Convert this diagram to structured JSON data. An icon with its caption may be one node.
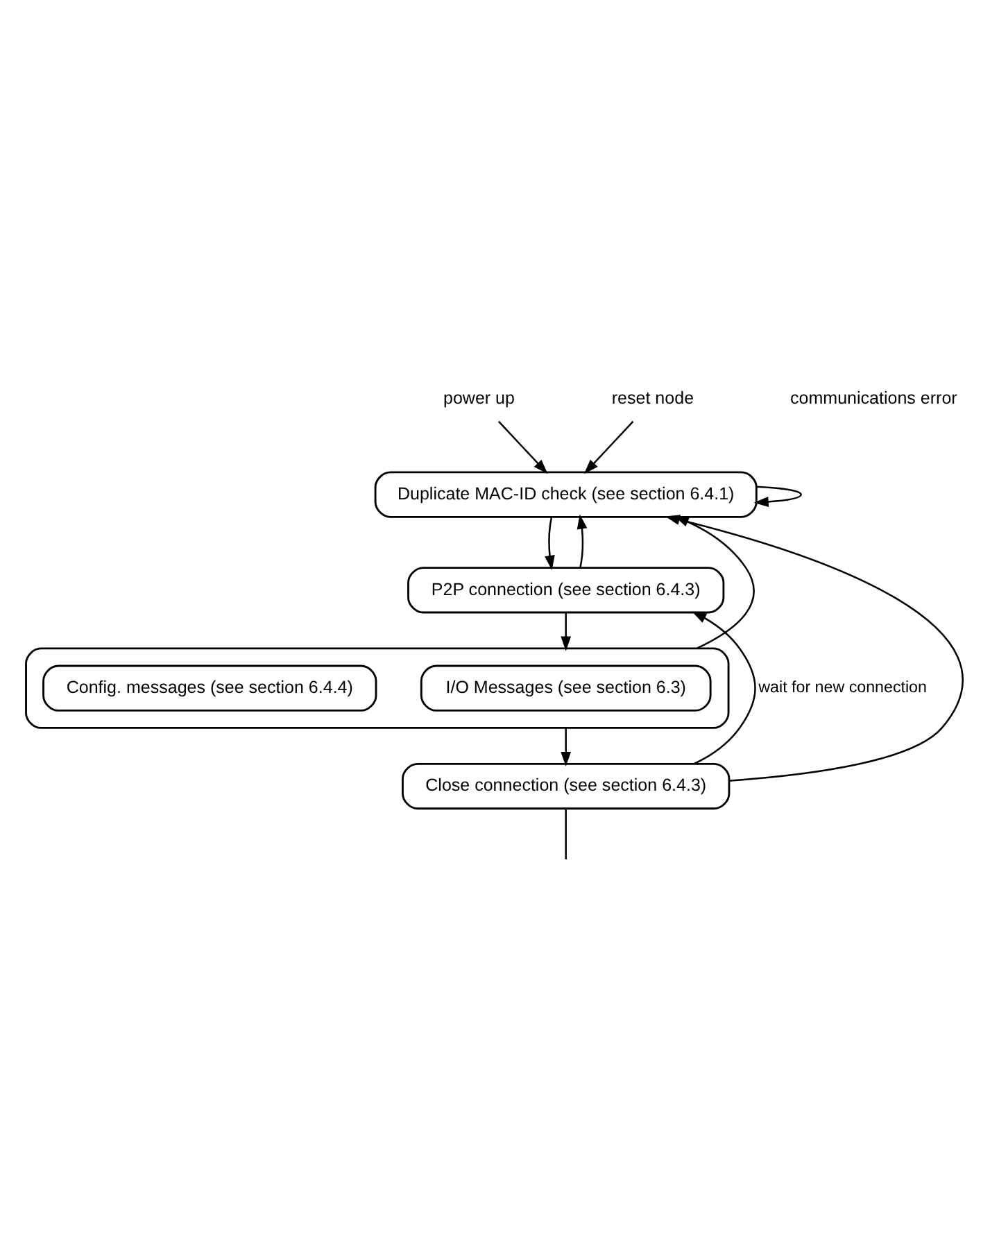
{
  "diagram": {
    "nodes": [
      {
        "text": [
          "Duplicate MAC-ID check (see section 6.4.1)"
        ]
      },
      {
        "text": [
          "P2P connection (see section 6.4.3)"
        ]
      },
      {
        "text": [],
        "shape": "box"
      },
      {
        "text": [
          "I/O Messages (see section 6.3)"
        ],
        "in": 2
      },
      {
        "text": [
          "Config. messages (see section 6.4.4)"
        ],
        "in": 2
      },
      {
        "text": [
          "Close connection (see section 6.4.3)"
        ]
      },
      {
        "text": [
          "power up"
        ]
      },
      {
        "text": [
          "reset node"
        ]
      }
    ],
    "edges": [
      {
        "from": 6,
        "to": 0,
        "arrow": "to"
      },
      {
        "from": 7,
        "to": 0,
        "arrow": "to"
      },
      {
        "from": 0,
        "to": 1,
        "arrow": "to"
      },
      {
        "from": 1,
        "to": 2,
        "arrow": "to"
      },
      {
        "from": 2,
        "to": 5,
        "arrow": "to"
      },
      {
        "from": 5,
        "to": 1,
        "arrow": "to",
        "label": "wait for new connection"
      },
      {
        "from": 0,
        "to": 0,
        "arrow": "to"
      },
      {
        "from": 1,
        "to": 0,
        "arrow": "to"
      },
      {
        "from": 2,
        "to": 0,
        "arrow": "to"
      },
      {
        "from": 5,
        "to": 0,
        "arrow": "to"
      },
      {
        "from": 5,
        "to": null,
        "arrow": "none"
      }
    ],
    "labels": [
      "communications error"
    ]
  }
}
